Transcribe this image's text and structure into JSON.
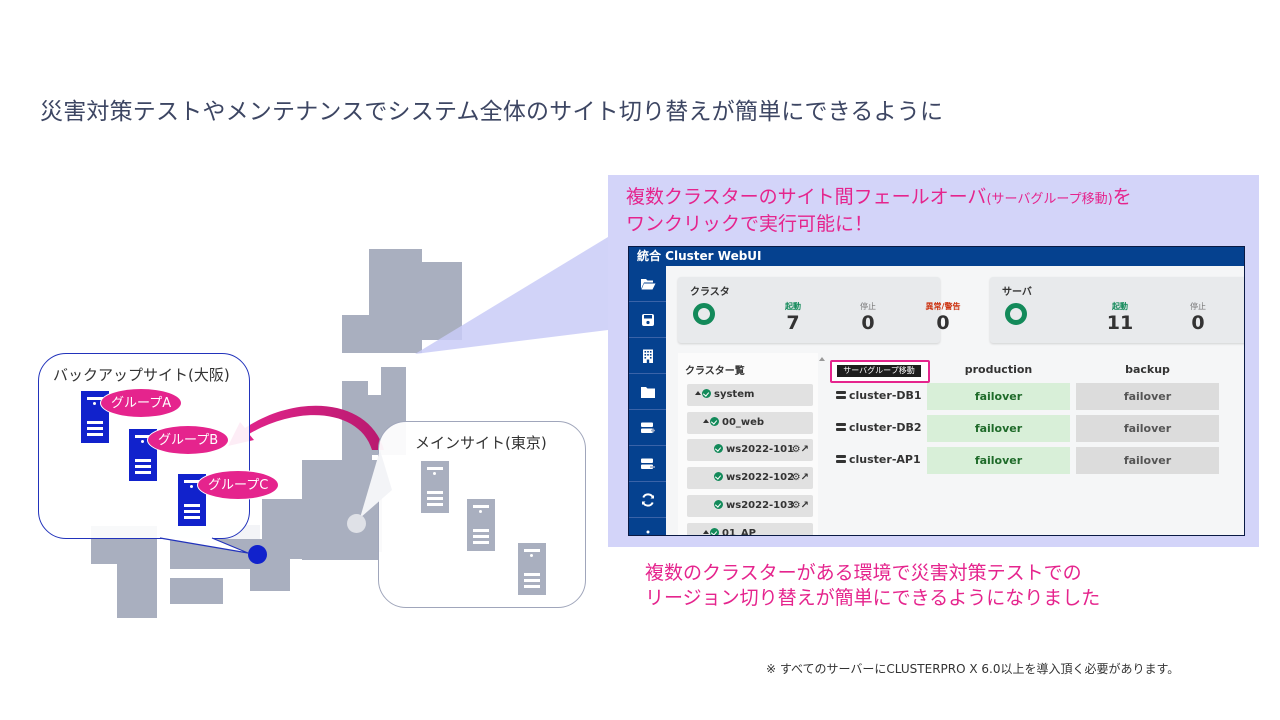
{
  "slide": {
    "title": "災害対策テストやメンテナンスでシステム全体のサイト切り替えが簡単にできるように",
    "footnote": "※ すべてのサーバーにCLUSTERPRO X 6.0以上を導入頂く必要があります。"
  },
  "map": {
    "backup_site": {
      "label": "バックアップサイト(大阪)",
      "groups": [
        "グループA",
        "グループB",
        "グループC"
      ],
      "color": "#1122cc"
    },
    "main_site": {
      "label": "メインサイト(東京)",
      "color": "#a9afbf"
    },
    "arrow_color": "#e5248d"
  },
  "panel": {
    "headline_line1_main": "複数クラスターのサイト間フェールオーバ",
    "headline_line1_small": "(サーバグループ移動)",
    "headline_line1_end": "を",
    "headline_line2": "ワンクリックで実行可能に！",
    "accent": "#e5248d",
    "background": "#d3d4f9"
  },
  "webui": {
    "title": "統合 Cluster WebUI",
    "sidebar_icons": [
      "folder-open-icon",
      "save-icon",
      "building-icon",
      "folder-icon",
      "server-add-icon",
      "server-remove-icon",
      "refresh-icon",
      "more-icon"
    ],
    "cluster_summary": {
      "title": "クラスタ",
      "stats": [
        {
          "label": "起動",
          "value": "7",
          "color": "#138a5a"
        },
        {
          "label": "停止",
          "value": "0",
          "color": "#777777"
        },
        {
          "label": "異常/警告",
          "value": "0",
          "color": "#cc3311"
        }
      ]
    },
    "server_summary": {
      "title": "サーバ",
      "stats": [
        {
          "label": "起動",
          "value": "11",
          "color": "#138a5a"
        },
        {
          "label": "停止",
          "value": "0",
          "color": "#777777"
        }
      ]
    },
    "tree": {
      "title": "クラスター覧",
      "nodes": [
        {
          "label": "system"
        },
        {
          "label": "00_web"
        },
        {
          "label": "ws2022-101"
        },
        {
          "label": "ws2022-102"
        },
        {
          "label": "ws2022-103"
        },
        {
          "label": "01_AP"
        }
      ]
    },
    "group_move": {
      "button_label": "サーバグループ移動",
      "columns": [
        "production",
        "backup"
      ],
      "rows": [
        {
          "cluster": "cluster-DB1",
          "production": "failover",
          "backup": "failover"
        },
        {
          "cluster": "cluster-DB2",
          "production": "failover",
          "backup": "failover"
        },
        {
          "cluster": "cluster-AP1",
          "production": "failover",
          "backup": "failover"
        }
      ]
    }
  },
  "result": {
    "line1": "複数のクラスターがある環境で災害対策テストでの",
    "line2": "リージョン切り替えが簡単にできるようになりました"
  }
}
